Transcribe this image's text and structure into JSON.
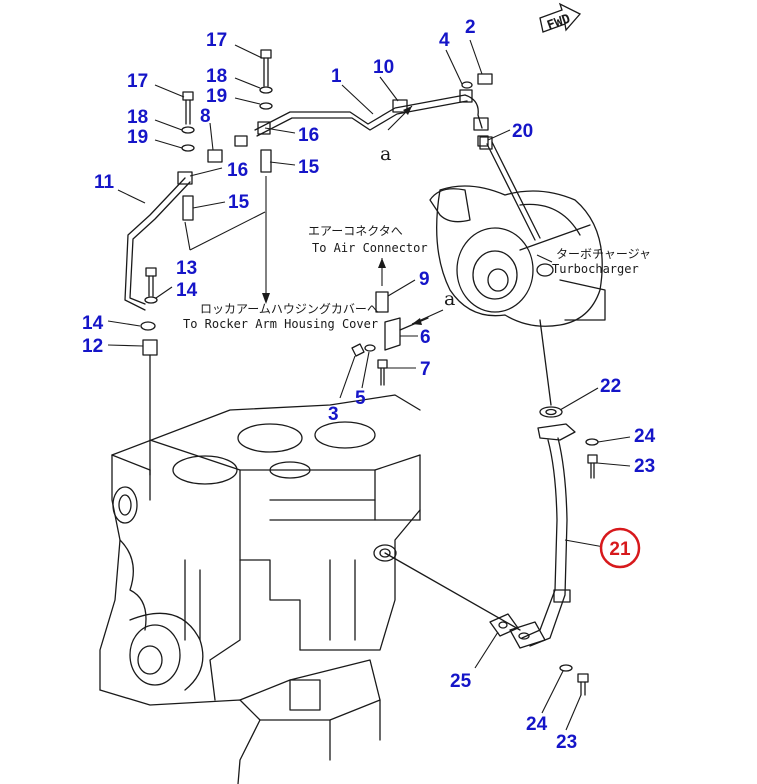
{
  "colors": {
    "callout": "#1515c8",
    "highlight": "#d7191c",
    "line": "#1a1a1a"
  },
  "fwd_label": "FWD",
  "view_mark": "a",
  "notes": {
    "air_connector_jp": "エアーコネクタへ",
    "air_connector_en": "To Air Connector",
    "turbo_jp": "ターボチャージャ",
    "turbo_en": "Turbocharger",
    "rocker_jp": "ロッカアームハウジングカバーへ",
    "rocker_en": "To Rocker Arm Housing Cover"
  },
  "callouts": {
    "p1": "1",
    "p2": "2",
    "p3": "3",
    "p4": "4",
    "p5": "5",
    "p6": "6",
    "p7": "7",
    "p8": "8",
    "p9": "9",
    "p10": "10",
    "p11": "11",
    "p12": "12",
    "p13": "13",
    "p14a": "14",
    "p14b": "14",
    "p15a": "15",
    "p15b": "15",
    "p16a": "16",
    "p16b": "16",
    "p17a": "17",
    "p17b": "17",
    "p18a": "18",
    "p18b": "18",
    "p19a": "19",
    "p19b": "19",
    "p20": "20",
    "p21": "21",
    "p22": "22",
    "p23a": "23",
    "p23b": "23",
    "p24a": "24",
    "p24b": "24",
    "p25": "25"
  }
}
